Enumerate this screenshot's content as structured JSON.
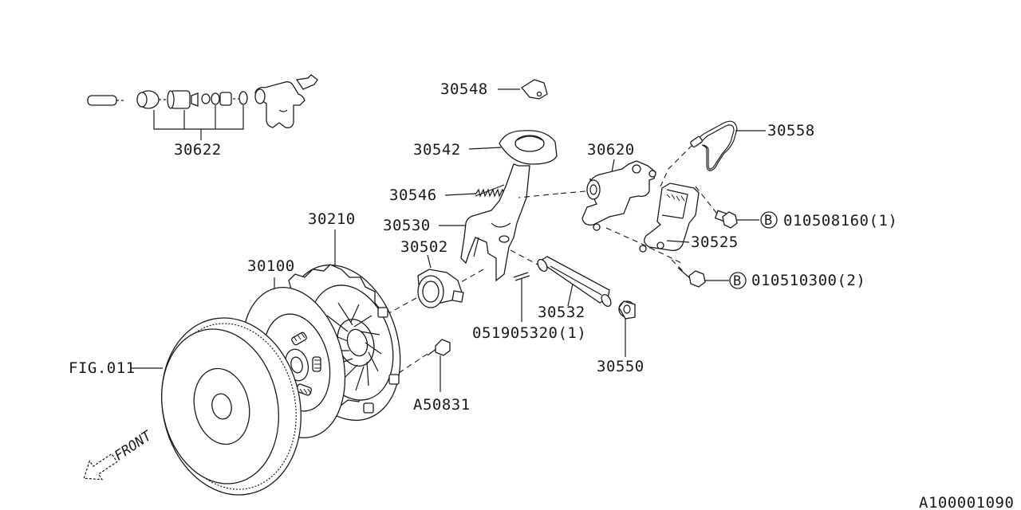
{
  "diagram": {
    "sheet_id": "A100001090",
    "front_label": "FRONT",
    "callouts": {
      "p30548": "30548",
      "p30622": "30622",
      "p30542": "30542",
      "p30620": "30620",
      "p30558": "30558",
      "p30546": "30546",
      "p30530": "30530",
      "p30210": "30210",
      "p30502": "30502",
      "p30100": "30100",
      "p30525": "30525",
      "p30532": "30532",
      "p051905320": "051905320(1)",
      "p30550": "30550",
      "fig011": "FIG.011",
      "a50831": "A50831",
      "bolt1": "010508160(1)",
      "bolt2": "010510300(2)"
    },
    "circle_marks": {
      "bolt1": "B",
      "bolt2": "B"
    }
  }
}
